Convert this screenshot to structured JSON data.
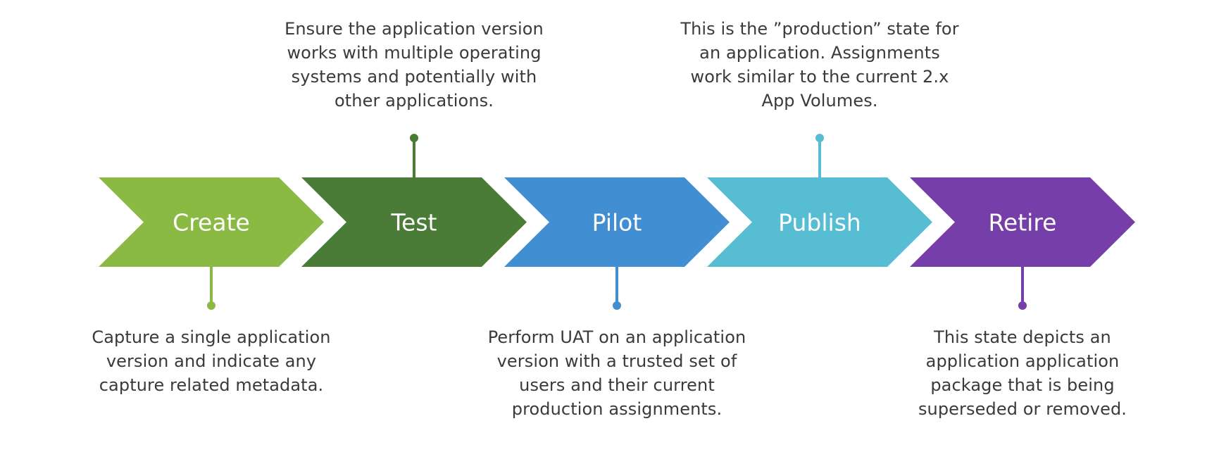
{
  "title": "Application lifecycle stages",
  "stages": [
    {
      "label": "Create",
      "color": "#8aba44",
      "description_position": "below",
      "description_lines": [
        "Capture a single application",
        "version and indicate any",
        "capture related metadata."
      ]
    },
    {
      "label": "Test",
      "color": "#4a7b37",
      "description_position": "above",
      "description_lines": [
        "Ensure the application version",
        "works with multiple operating",
        "systems and potentially with",
        "other applications."
      ]
    },
    {
      "label": "Pilot",
      "color": "#418fd2",
      "description_position": "below",
      "description_lines": [
        "Perform UAT on an application",
        "version with a trusted set of",
        "users and their current",
        "production assignments."
      ]
    },
    {
      "label": "Publish",
      "color": "#56bdd2",
      "description_position": "above",
      "description_lines": [
        "This is the ”production” state for",
        "an application. Assignments",
        "work similar to the current 2.x",
        "App Volumes."
      ]
    },
    {
      "label": "Retire",
      "color": "#763ea9",
      "description_position": "below",
      "description_lines": [
        "This state depicts an",
        "application application",
        "package that is being",
        "superseded or removed."
      ]
    }
  ],
  "text_color": "#3a3a3a"
}
